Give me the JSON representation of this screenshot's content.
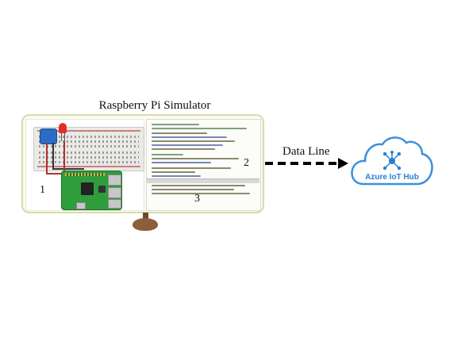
{
  "diagram": {
    "title": "Raspberry Pi Simulator",
    "marker_1": "1",
    "marker_2": "2",
    "marker_3": "3",
    "connection_label": "Data Line",
    "target_label": "Azure IoT Hub",
    "colors": {
      "cloud_outline": "#3b8fdd",
      "hub_icon": "#2a7fd0",
      "pi_board": "#2f9d3c",
      "monitor_border": "#d8dca8",
      "stand": "#8b5e3c"
    },
    "icons": [
      "raspberry-pi-board",
      "sensor-module",
      "red-led",
      "cloud",
      "iot-hub-network"
    ]
  }
}
